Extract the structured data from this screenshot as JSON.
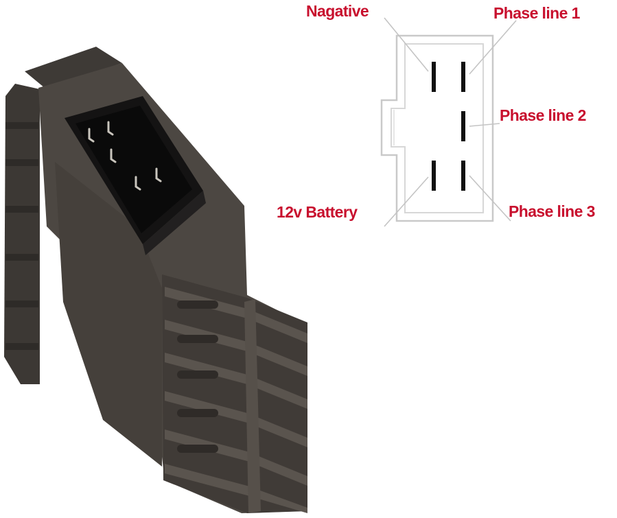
{
  "diagram": {
    "label_color": "#c8102e",
    "pins": {
      "negative": "Nagative",
      "phase_line_1": "Phase line 1",
      "phase_line_2": "Phase line 2",
      "battery": "12v Battery",
      "phase_line_3": "Phase line 3"
    }
  },
  "product": {
    "body_color": "#4a4540",
    "connector_color": "#161515"
  }
}
